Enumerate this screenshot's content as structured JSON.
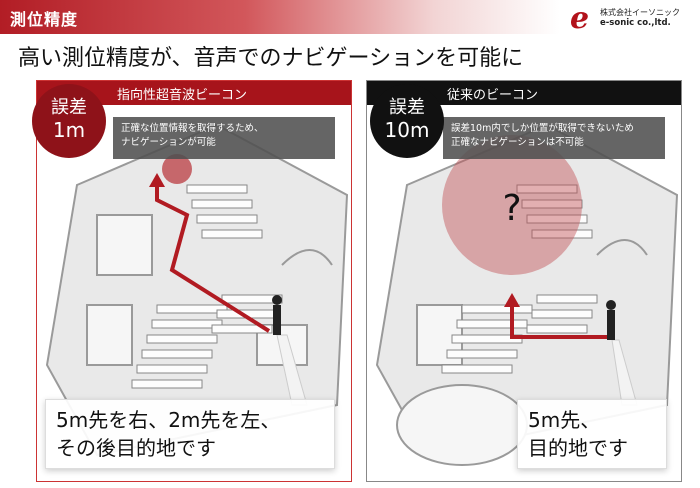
{
  "header": {
    "section_label": "測位精度",
    "logo_mark": "e",
    "logo_jp": "株式会社イーソニック",
    "logo_en": "e-sonic co.,ltd."
  },
  "headline": "高い測位精度が、音声でのナビゲーションを可能に",
  "left_panel": {
    "badge_line1": "誤差",
    "badge_line2": "1m",
    "title": "指向性超音波ビーコン",
    "note_line1": "正確な位置情報を取得するため、",
    "note_line2": "ナビゲーションが可能",
    "callout_line1": "5m先を右、2m先を左、",
    "callout_line2": "その後目的地です"
  },
  "right_panel": {
    "badge_line1": "誤差",
    "badge_line2": "10m",
    "title": "従来のビーコン",
    "note_line1": "誤差10m内でしか位置が取得できないため",
    "note_line2": "正確なナビゲーションは不可能",
    "question_mark": "?",
    "callout_line1": "5m先、",
    "callout_line2": "目的地です"
  },
  "colors": {
    "accent_red": "#a7141b",
    "dark": "#111111"
  }
}
